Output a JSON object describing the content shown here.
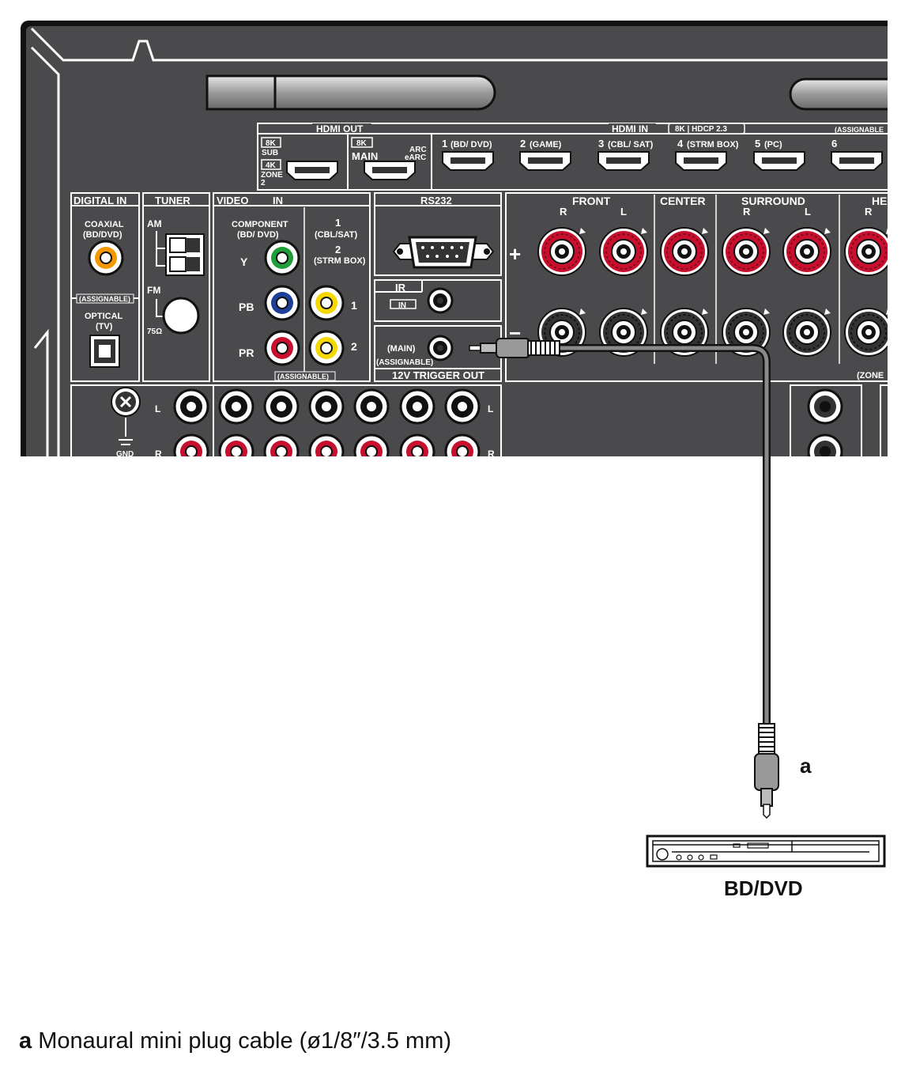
{
  "panel": {
    "hdmi_out": "HDMI OUT",
    "hdmi_in": "HDMI IN",
    "hdcp": "8K | HDCP 2.3",
    "assignable": "(ASSIGNABLE",
    "sub_8k": "8K",
    "sub": "SUB",
    "zone_4k": "4K",
    "zone": "ZONE",
    "zone_num": "2",
    "main_8k": "8K",
    "main": "MAIN",
    "arc": "ARC",
    "earc": "eARC",
    "hdmi_inputs": [
      {
        "num": "1",
        "name": "(BD/ DVD)"
      },
      {
        "num": "2",
        "name": "(GAME)"
      },
      {
        "num": "3",
        "name": "(CBL/ SAT)"
      },
      {
        "num": "4",
        "name": "(STRM BOX)"
      },
      {
        "num": "5",
        "name": "(PC)"
      },
      {
        "num": "6",
        "name": ""
      }
    ],
    "digital_in": "DIGITAL IN",
    "coaxial": "COAXIAL",
    "coaxial_sub": "(BD/DVD)",
    "assignable_tag": "(ASSIGNABLE)",
    "optical": "OPTICAL",
    "optical_sub": "(TV)",
    "tuner": "TUNER",
    "am": "AM",
    "fm": "FM",
    "ohm": "75Ω",
    "video": "VIDEO",
    "in": "IN",
    "component": "COMPONENT",
    "component_sub": "(BD/ DVD)",
    "comp_1": "1",
    "comp_1_sub": "(CBL/SAT)",
    "comp_2": "2",
    "comp_2_sub": "(STRM BOX)",
    "y": "Y",
    "pb": "PB",
    "pr": "PR",
    "num1": "1",
    "num2": "2",
    "video_assignable": "(ASSIGNABLE)",
    "rs232": "RS232",
    "ir": "IR",
    "ir_in": "IN",
    "trigger_main": "(MAIN)",
    "trigger_assignable": "(ASSIGNABLE)",
    "trigger_out": "12V TRIGGER OUT",
    "front": "FRONT",
    "center": "CENTER",
    "surround": "SURROUND",
    "he": "HE",
    "r": "R",
    "l": "L",
    "plus": "+",
    "minus": "−",
    "zone_tag": "(ZONE",
    "gnd": "GND"
  },
  "callout": "a",
  "device_label": "BD/DVD",
  "caption": {
    "letter": "a",
    "text": " Monaural mini plug cable (ø1/8″/3.5 mm)"
  }
}
